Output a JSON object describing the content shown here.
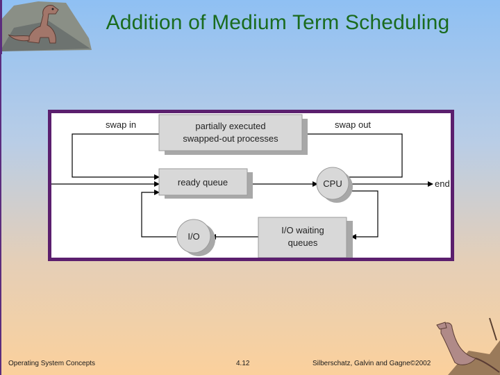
{
  "title": "Addition of Medium Term Scheduling",
  "diagram": {
    "box_swapped": [
      "partially executed",
      "swapped-out processes"
    ],
    "box_ready": "ready queue",
    "node_cpu": "CPU",
    "node_io": "I/O",
    "box_io_wait": [
      "I/O waiting",
      "queues"
    ],
    "label_swap_in": "swap in",
    "label_swap_out": "swap out",
    "label_end": "end"
  },
  "footer": {
    "left": "Operating System Concepts",
    "center": "4.12",
    "right": "Silberschatz, Galvin and  Gagne©2002"
  }
}
